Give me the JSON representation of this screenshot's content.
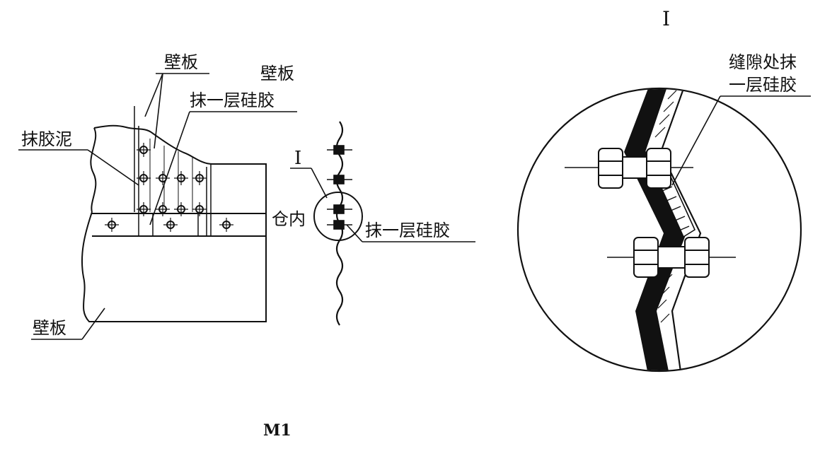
{
  "labels": {
    "wall_panel_top": "壁板",
    "wall_panel_mid": "壁板",
    "silicone_coat_top": "抹一层硅胶",
    "apply_putty": "抹胶泥",
    "silo_inside": "仓内",
    "marker_detail": "I",
    "silicone_coat_side": "抹一层硅胶",
    "wall_panel_bottom": "壁板",
    "figure_caption": "M1",
    "detail_title": "I",
    "gap_silicone_line1": "缝隙处抹",
    "gap_silicone_line2": "一层硅胶"
  },
  "colors": {
    "line": "#111111",
    "background": "#ffffff"
  }
}
